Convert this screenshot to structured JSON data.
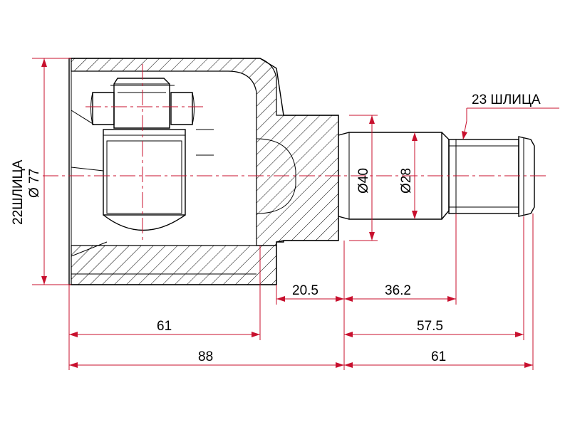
{
  "labels": {
    "outer_diameter": "Ø 77",
    "inner_splines": "22ШЛИЦА",
    "outer_splines": "23 ШЛИЦА",
    "shaft_diameter_large": "Ø40",
    "shaft_diameter_small": "Ø28"
  },
  "dimensions": {
    "housing_depth": "61",
    "neck_length": "20.5",
    "shaft_step": "36.2",
    "shaft_to_splines": "57.5",
    "overall_left": "88",
    "overall_right": "61"
  },
  "colors": {
    "outline": "#000000",
    "dimension": "#c8102e"
  }
}
